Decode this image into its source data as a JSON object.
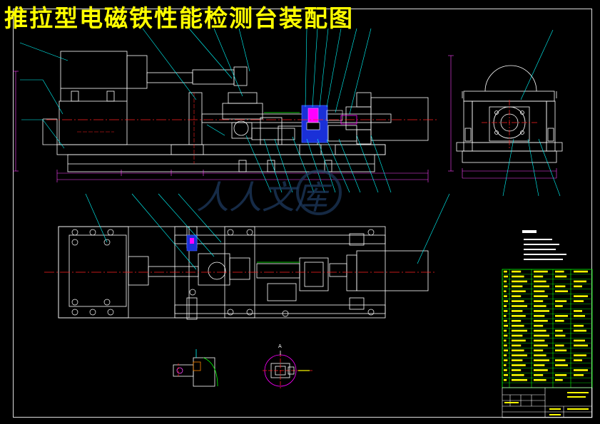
{
  "drawing": {
    "title": "推拉型电磁铁性能检测台装配图",
    "watermark": "人人文库",
    "section_label": "A",
    "colors": {
      "background": "#000000",
      "title": "#ffff00",
      "outline": "#ffffff",
      "centerline": "#ff2020",
      "leader": "#00ffff",
      "balloon": "#00ffff",
      "hidden_part": "#2244ff",
      "magenta_part": "#ff00ff",
      "dimension": "#ff44ff",
      "table_grid": "#00ff00",
      "table_text": "#ffff00",
      "watermark": "#1e3a5f"
    }
  }
}
